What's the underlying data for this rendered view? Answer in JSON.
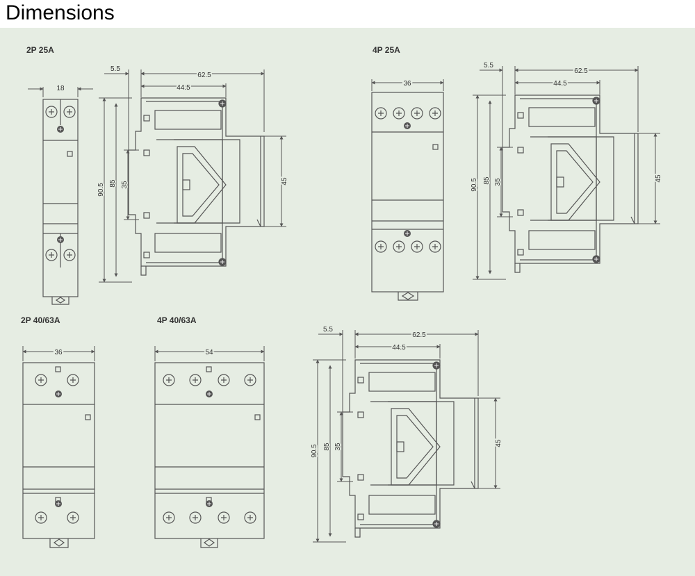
{
  "page": {
    "title": "Dimensions",
    "background": "#e6ede3",
    "line_color": "#555555"
  },
  "variants": [
    {
      "id": "2p25",
      "label": "2P 25A",
      "front_width": "18",
      "poles": 2
    },
    {
      "id": "4p25",
      "label": "4P 25A",
      "front_width": "36",
      "poles": 4
    },
    {
      "id": "2p4063",
      "label": "2P 40/63A",
      "front_width": "36",
      "poles": 2
    },
    {
      "id": "4p4063",
      "label": "4P 40/63A",
      "front_width": "54",
      "poles": 4
    }
  ],
  "side_dims": {
    "offset": "5.5",
    "depth": "62.5",
    "depth_inner": "44.5",
    "height": "90.5",
    "body_height": "85",
    "rail": "35",
    "front_height": "45"
  }
}
